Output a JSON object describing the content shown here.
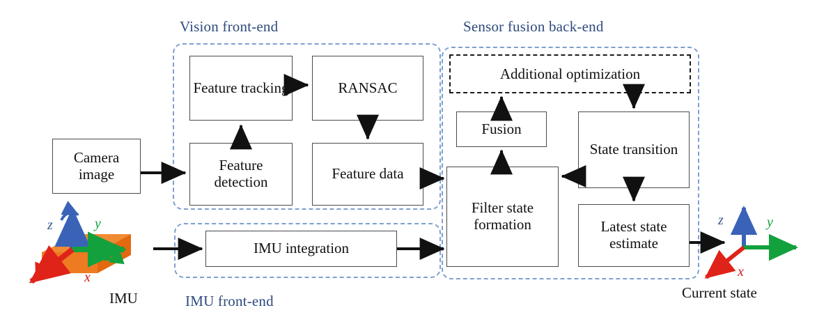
{
  "diagram": {
    "title_hidden": "",
    "groups": [
      {
        "id": "vision",
        "label": "Vision front-end"
      },
      {
        "id": "backend",
        "label": "Sensor fusion back-end"
      },
      {
        "id": "imu",
        "label": "IMU front-end"
      }
    ],
    "nodes": {
      "camera_image": "Camera image",
      "feature_tracking": "Feature tracking",
      "ransac": "RANSAC",
      "feature_detection": "Feature detection",
      "feature_data": "Feature data",
      "imu_integration": "IMU integration",
      "additional_optimization": "Additional optimization",
      "fusion": "Fusion",
      "state_transition": "State transition",
      "filter_state_formation": "Filter state formation",
      "latest_state_estimate": "Latest state estimate"
    },
    "labels": {
      "imu_device": "IMU",
      "current_state": "Current state"
    },
    "axes": {
      "imu": {
        "z": "z",
        "y": "y",
        "x": "x"
      },
      "current": {
        "z": "z",
        "y": "y",
        "x": "x"
      }
    },
    "colors": {
      "group_border": "#7e9fd0",
      "group_label_text": "#2e4a7d",
      "node_border": "#4a4a4a",
      "node_text": "#111111",
      "arrow": "#111111",
      "axis_z": "#3b5a8c",
      "axis_y": "#12a13c",
      "axis_x": "#d42020",
      "imu_body": "#ef7f28",
      "background": "#ffffff"
    }
  }
}
